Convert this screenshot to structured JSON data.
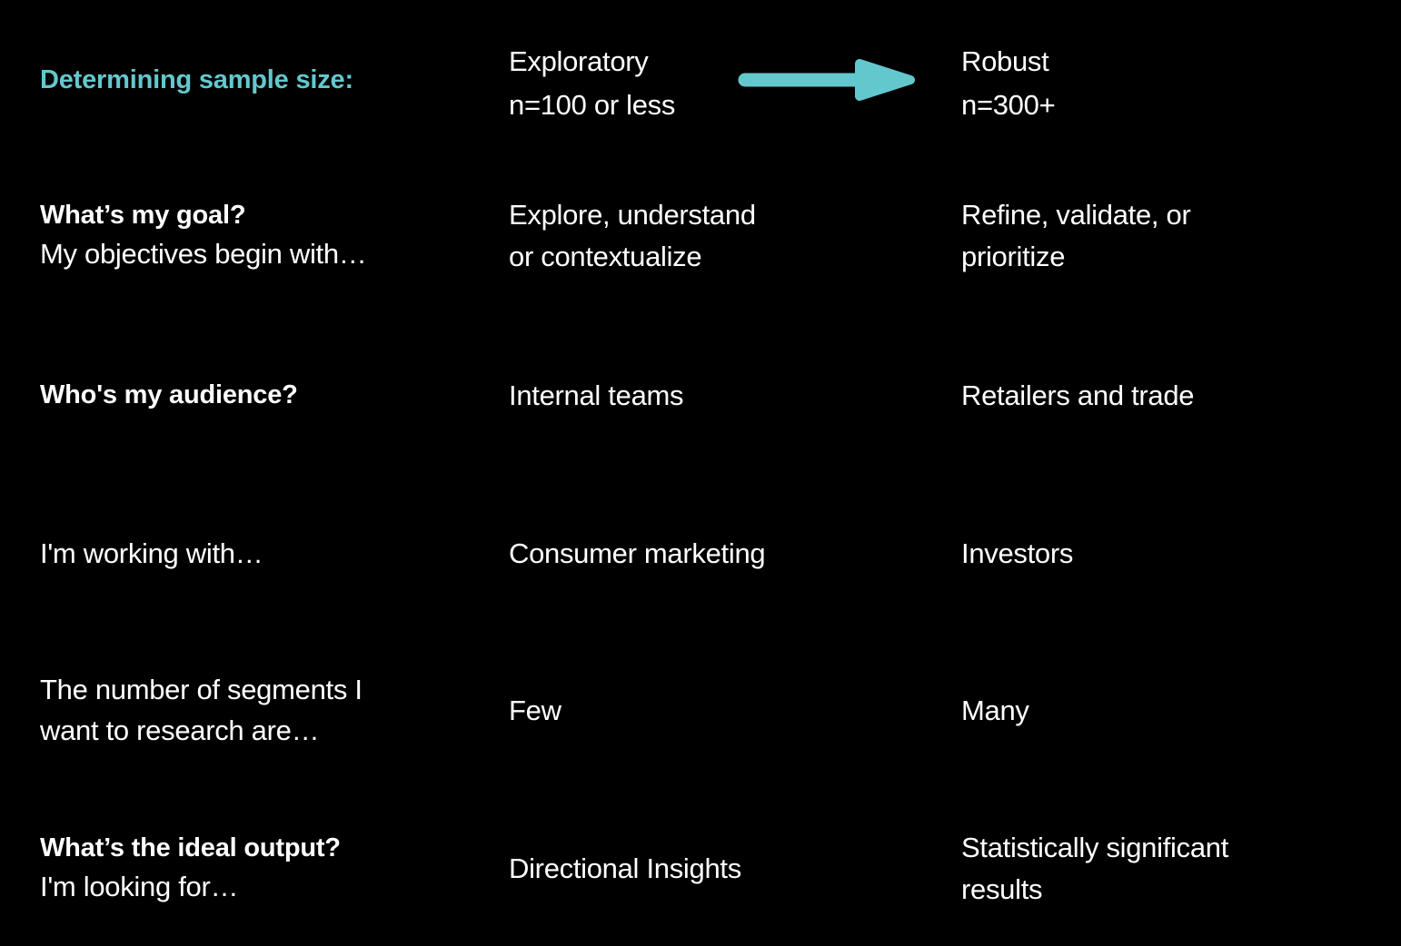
{
  "theme": {
    "background": "#000000",
    "text": "#ffffff",
    "accent": "#63c8cd"
  },
  "header": {
    "title": "Determining sample size:",
    "left_column": {
      "line1": "Exploratory",
      "line2": "n=100 or less"
    },
    "arrow": {
      "icon": "right-arrow-icon",
      "color": "#63c8cd",
      "direction": "right"
    },
    "right_column": {
      "line1": "Robust",
      "line2": "n=300+"
    }
  },
  "chart_data": {
    "type": "table",
    "title": "Determining sample size:",
    "columns": [
      "Question",
      "Exploratory\nn=100 or less",
      "Robust\nn=300+"
    ],
    "rows": [
      {
        "question_bold": "What’s my goal?",
        "question_regular": "My objectives begin with…",
        "exploratory": "Explore, understand or contextualize",
        "robust": "Refine, validate, or prioritize"
      },
      {
        "question_bold": "Who's my audience?",
        "question_regular": "",
        "exploratory": "Internal teams",
        "robust": "Retailers and trade"
      },
      {
        "question_bold": "",
        "question_regular": "I'm working with…",
        "exploratory": "Consumer marketing",
        "robust": "Investors"
      },
      {
        "question_bold": "",
        "question_regular": "The number of segments I want to research are…",
        "exploratory": "Few",
        "robust": "Many"
      },
      {
        "question_bold": "What’s the ideal output?",
        "question_regular": "I'm looking for…",
        "exploratory": "Directional Insights",
        "robust": "Statistically significant results"
      }
    ]
  },
  "rows": [
    {
      "q_bold": "What’s my goal?",
      "q_reg": "My objectives begin with…",
      "a2_l1": "Explore, understand",
      "a2_l2": "or contextualize",
      "a3_l1": "Refine, validate, or",
      "a3_l2": "prioritize"
    },
    {
      "q_bold": "Who's my audience?",
      "a2_l1": "Internal teams",
      "a3_l1": "Retailers and trade"
    },
    {
      "q_reg": "I'm working with…",
      "a2_l1": "Consumer marketing",
      "a3_l1": "Investors"
    },
    {
      "q_reg_l1": "The number of segments I",
      "q_reg_l2": "want to research are…",
      "a2_l1": "Few",
      "a3_l1": "Many"
    },
    {
      "q_bold": "What’s the ideal output?",
      "q_reg": "I'm looking for…",
      "a2_l1": "Directional Insights",
      "a3_l1": "Statistically significant",
      "a3_l2": "results"
    }
  ]
}
